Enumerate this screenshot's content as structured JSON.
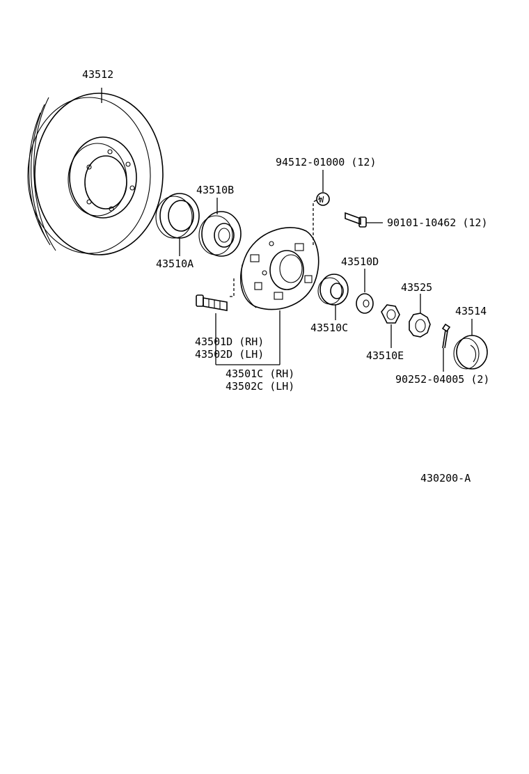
{
  "labels": {
    "disc": "43512",
    "screw_ref": "94512-01000 (12)",
    "bearing_outer_race": "43510B",
    "bolt_ref": "90101-10462 (12)",
    "seal": "43510A",
    "bearing_inner_d": "43510D",
    "lock_nut": "43525",
    "grease_cap": "43514",
    "bearing_inner_c": "43510C",
    "hub_bolt_rh": "43501D (RH)",
    "hub_bolt_lh": "43502D (LH)",
    "nut_e": "43510E",
    "hub_rh": "43501C (RH)",
    "hub_lh": "43502C (LH)",
    "cotter_pin": "90252-04005 (2)",
    "figure_code": "430200-A"
  }
}
